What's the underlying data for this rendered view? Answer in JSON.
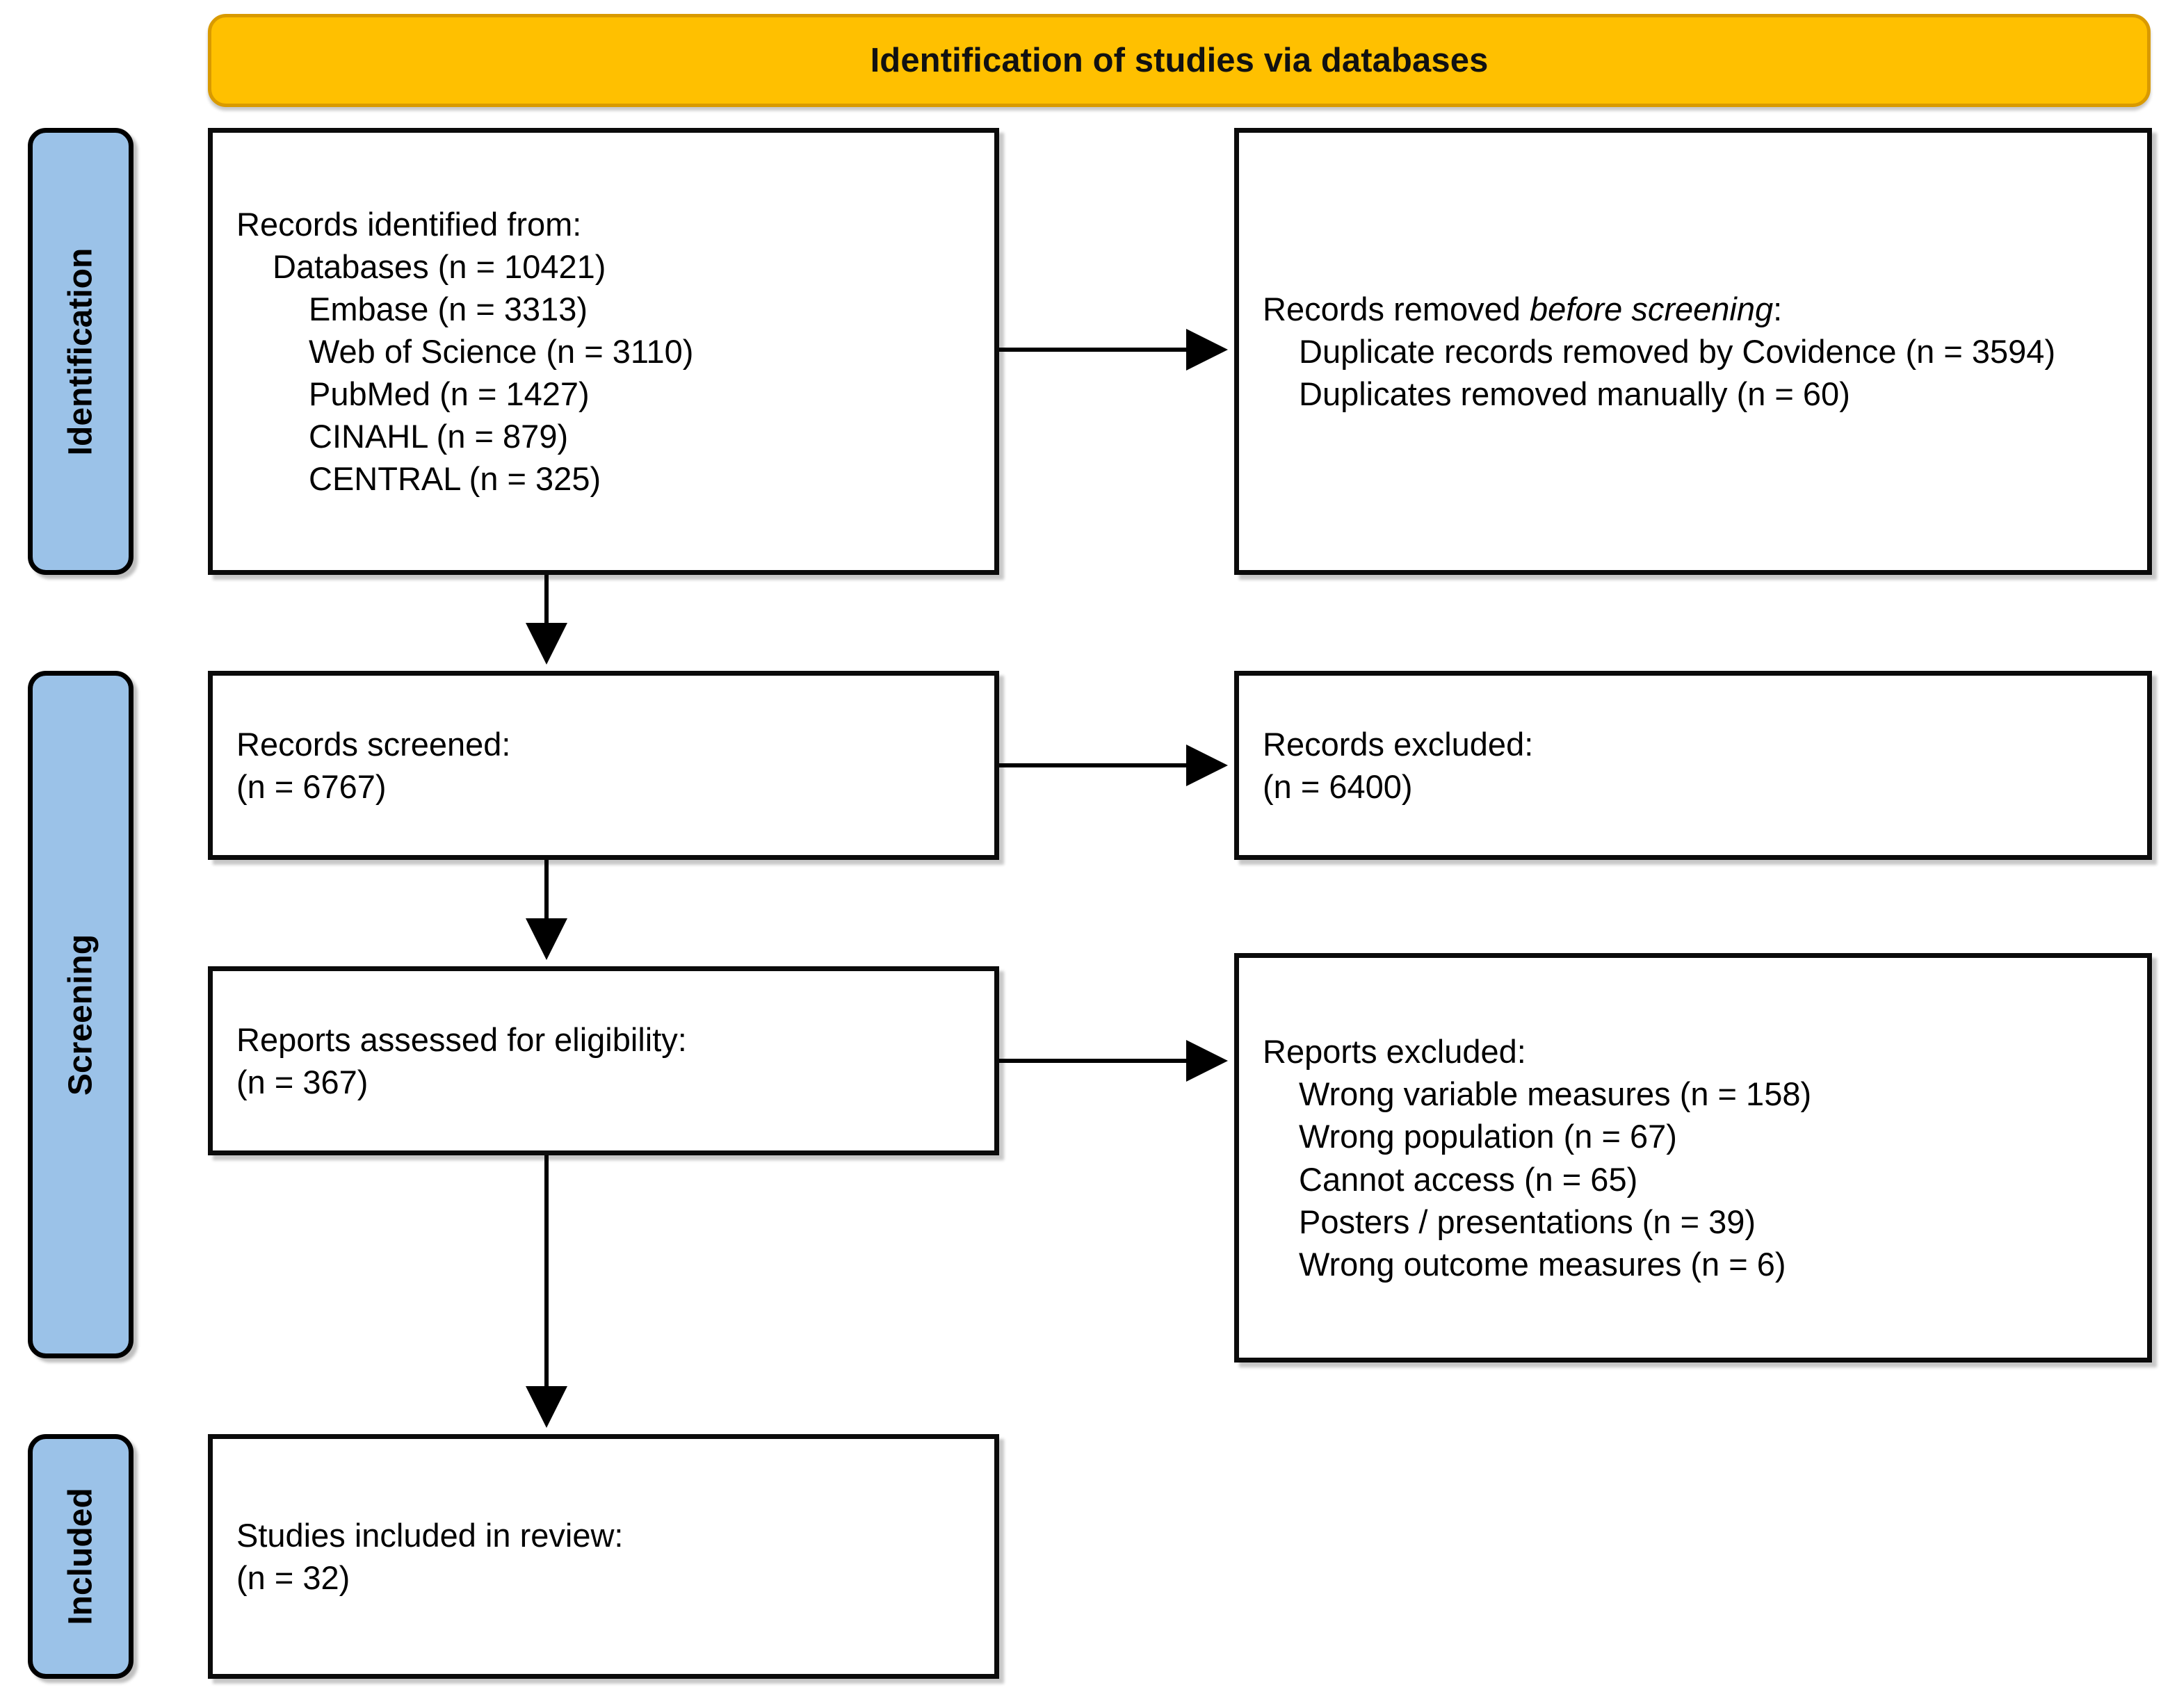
{
  "header": {
    "title": "Identification of studies via databases"
  },
  "phases": [
    {
      "id": "identification",
      "label": "Identification"
    },
    {
      "id": "screening",
      "label": "Screening"
    },
    {
      "id": "included",
      "label": "Included"
    }
  ],
  "boxes": {
    "identified": {
      "title": "Records identified from:",
      "items": [
        "Databases (n = 10421)",
        "Embase (n = 3313)",
        "Web of Science (n = 3110)",
        "PubMed (n = 1427)",
        "CINAHL (n = 879)",
        "CENTRAL (n = 325)"
      ]
    },
    "removed": {
      "title_prefix": "Records removed ",
      "title_em": "before screening",
      "title_suffix": ":",
      "items": [
        "Duplicate records removed by Covidence (n = 3594)",
        "Duplicates removed manually (n = 60)"
      ]
    },
    "screened": {
      "title": "Records screened:",
      "count": "(n = 6767)"
    },
    "records_excluded": {
      "title": "Records excluded:",
      "count": "(n = 6400)"
    },
    "eligibility": {
      "title": "Reports assessed for eligibility:",
      "count": "(n = 367)"
    },
    "reports_excluded": {
      "title": "Reports excluded:",
      "items": [
        "Wrong variable measures (n = 158)",
        "Wrong population (n = 67)",
        "Cannot access (n = 65)",
        "Posters / presentations (n = 39)",
        "Wrong outcome measures (n = 6)"
      ]
    },
    "included": {
      "title": "Studies included in review:",
      "count": "(n = 32)"
    }
  },
  "colors": {
    "header_fill": "#FFC000",
    "phase_fill": "#9BC2E8",
    "box_border": "#0B0B0B",
    "text": "#000000"
  }
}
